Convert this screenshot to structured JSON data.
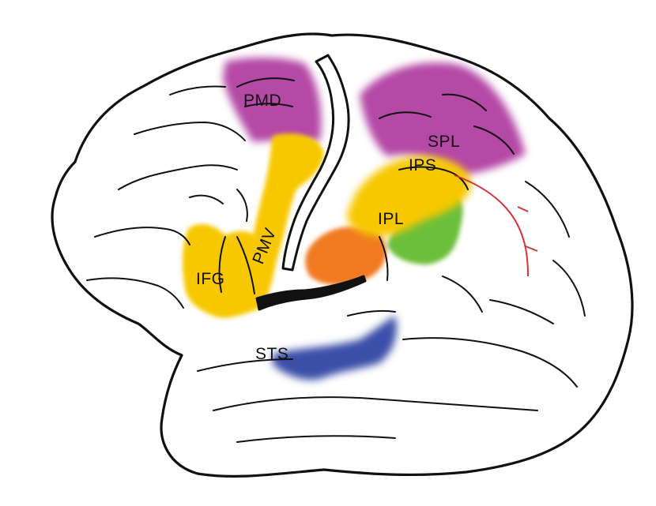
{
  "regions": [
    {
      "id": "pmd",
      "label": "PMD",
      "color": "#b44aa6"
    },
    {
      "id": "pmv",
      "label": "PMV",
      "color": "#f7c800"
    },
    {
      "id": "ifg",
      "label": "IFG",
      "color": "#f7c800"
    },
    {
      "id": "spl",
      "label": "SPL",
      "color": "#b44aa6"
    },
    {
      "id": "ips",
      "label": "IPS",
      "color": "#f7c800"
    },
    {
      "id": "ipl",
      "label": "IPL",
      "color": "#f7c800"
    },
    {
      "id": "sts",
      "label": "STS",
      "color": "#3a4fa8"
    },
    {
      "id": "orange-area",
      "label": "",
      "color": "#f07a22"
    },
    {
      "id": "green-area",
      "label": "",
      "color": "#6cbf3a"
    }
  ],
  "colors": {
    "outline": "#111111",
    "red_sulcus": "#d0343a",
    "background": "#ffffff"
  }
}
